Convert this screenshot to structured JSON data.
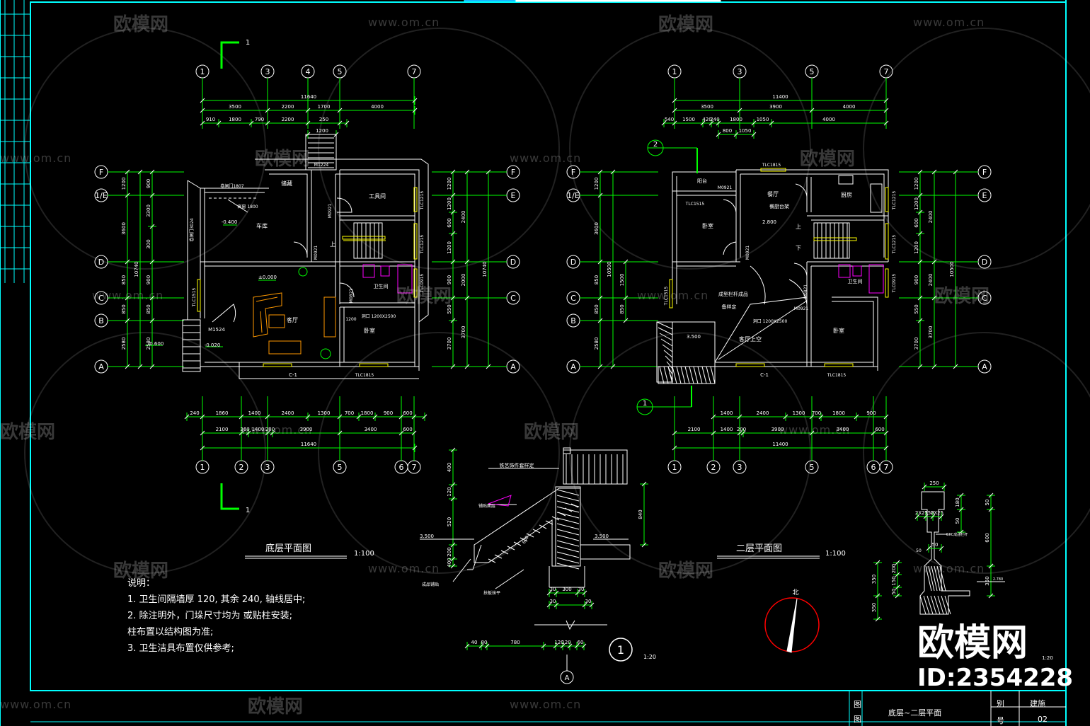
{
  "colors": {
    "green": "#00ff00",
    "cyan": "#00ffff",
    "white": "#ffffff",
    "yellow": "#ffff00",
    "magenta": "#ff00ff",
    "orange": "#ff9900",
    "red": "#ff0000"
  },
  "plan1": {
    "title": "底层平面图",
    "scale": "1:100",
    "axes_top": [
      "1",
      "3",
      "4",
      "5",
      "7"
    ],
    "axes_bottom": [
      "1",
      "2",
      "3",
      "5",
      "6",
      "7"
    ],
    "axes_left": [
      "F",
      "E",
      "D",
      "C",
      "B",
      "A"
    ],
    "total": "11640",
    "dims_top1": [
      "3500",
      "2200",
      "1700",
      "4000"
    ],
    "dims_top2": [
      "910",
      "1800",
      "790",
      "2200",
      "250"
    ],
    "dims_top3": "1200",
    "dims_bottom1": [
      "240",
      "1860",
      "1400",
      "2400",
      "1300",
      "700",
      "1800",
      "900",
      "600"
    ],
    "dims_bottom2": [
      "2100",
      "360",
      "1400",
      "280",
      "3900",
      "3400",
      "600"
    ],
    "rooms": [
      "车库",
      "储藏",
      "工具间",
      "客厅",
      "卫生间",
      "卧室"
    ],
    "labels": [
      "卷闸门1807",
      "高窗 1800",
      "-0.400",
      "±0.000",
      "M1524",
      "-0.020",
      "-0.600",
      "M1224",
      "M0921",
      "M0921",
      "M0821",
      "TLC1215",
      "TLC1215",
      "TLC0915",
      "TLC1515",
      "C-1",
      "TLC1815",
      "洞口 1200X2500",
      "1200",
      "上",
      "卷闸门3024"
    ],
    "vdims_left": [
      "1200",
      "900",
      "3600",
      "3300",
      "900",
      "10740",
      "850",
      "300",
      "850",
      "2580"
    ],
    "vdims_right": [
      "1200",
      "2400",
      "600",
      "1200",
      "1200",
      "2400",
      "900",
      "2000",
      "550",
      "3700",
      "10740"
    ],
    "section_mark": "1"
  },
  "plan2": {
    "title": "二层平面图",
    "scale": "1:100",
    "axes_top": [
      "1",
      "3",
      "5",
      "7"
    ],
    "axes_bottom": [
      "1",
      "2",
      "3",
      "5",
      "6",
      "7"
    ],
    "axes_left": [
      "F",
      "E",
      "D",
      "C",
      "B",
      "A"
    ],
    "total": "11400",
    "dims_top1": [
      "3500",
      "3900",
      "4000"
    ],
    "dims_top2": [
      "540",
      "1500",
      "420",
      "240",
      "1800",
      "1050",
      "4000"
    ],
    "dims_top3": [
      "800",
      "1050"
    ],
    "dims_bottom1": [
      "1400",
      "2400",
      "1300",
      "700",
      "1800",
      "900"
    ],
    "dims_bottom2": [
      "2100",
      "1400",
      "200",
      "3900",
      "3400",
      "600"
    ],
    "rooms": [
      "阳台",
      "卧室",
      "餐厅",
      "厨房",
      "卫生间",
      "卧室",
      "客厅上空"
    ],
    "labels": [
      "餐厨台架",
      "2.800",
      "3.500",
      "M0921",
      "M0921",
      "M0921",
      "M0821",
      "TLC1815",
      "TLC1515",
      "TLC1215",
      "TLC1215",
      "TLC0915",
      "TLC1515",
      "C-1",
      "TLC1815",
      "洞口 1200X2500",
      "成型栏杆成品",
      "备样定",
      "上",
      "下"
    ],
    "callouts": [
      "2",
      "1"
    ]
  },
  "stair_detail": {
    "labels": [
      "铁艺饰件套样定",
      "铺贴面层",
      "成品铺贴",
      "扶板抹平",
      "3.500",
      "3.500",
      "400",
      "120",
      "520",
      "200",
      "840",
      "780",
      "40",
      "80",
      "30",
      "300",
      "30",
      "30",
      "30",
      "120",
      "120",
      "A",
      "600"
    ],
    "detail_no": "1",
    "scale": "1:20"
  },
  "rail_detail": {
    "labels": [
      "250",
      "180",
      "50",
      "2X25",
      "150",
      "2X25",
      "GRC成品栏杆",
      "600",
      "50",
      "200",
      "350",
      "150",
      "350",
      "2.780",
      "350",
      "50"
    ],
    "detail_no": "2",
    "scale": "1:20"
  },
  "north": {
    "label": "北"
  },
  "notes": {
    "heading": "说明：",
    "items": [
      "1.   卫生间隔墙厚  120,  其余 240,  轴线居中;",
      "2.   除注明外，门垛尺寸均为  或贴柱安装;",
      "       柱布置以结构图为准;",
      "3.   卫生洁具布置仅供参考;"
    ]
  },
  "titleblock": {
    "name": "底层~二层平面",
    "cells": [
      "图",
      "别",
      "建施",
      "图",
      "号",
      "02"
    ]
  },
  "watermark": {
    "brand": "欧模网",
    "url": "www.om.cn",
    "id": "ID:2354228"
  }
}
